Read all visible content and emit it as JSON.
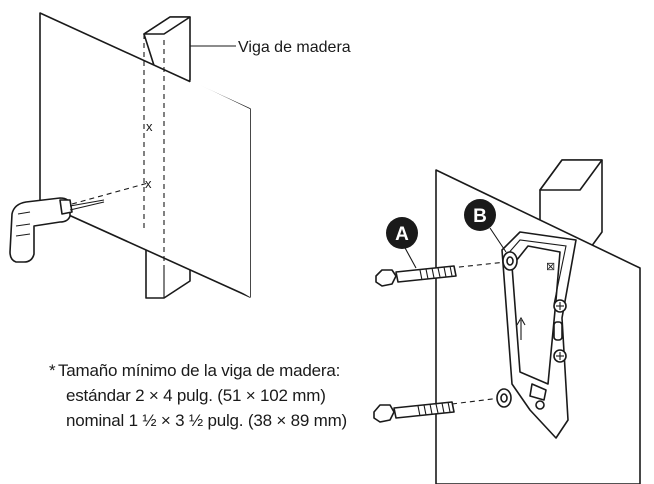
{
  "labels": {
    "wood_beam": "Viga de madera",
    "mark_x_upper": "x",
    "mark_x_lower": "x",
    "callout_a": "A",
    "callout_b": "B"
  },
  "note": {
    "asterisk": "*",
    "line1": "Tamaño mínimo de la viga de madera:",
    "line2": "estándar 2 × 4 pulg. (51 × 102 mm)",
    "line3": "nominal 1 ½ × 3 ½ pulg. (38 × 89 mm)"
  },
  "icons": [
    "drill-icon",
    "lag-bolt-icon",
    "washer-icon",
    "wall-bracket-icon",
    "up-arrow-icon"
  ]
}
